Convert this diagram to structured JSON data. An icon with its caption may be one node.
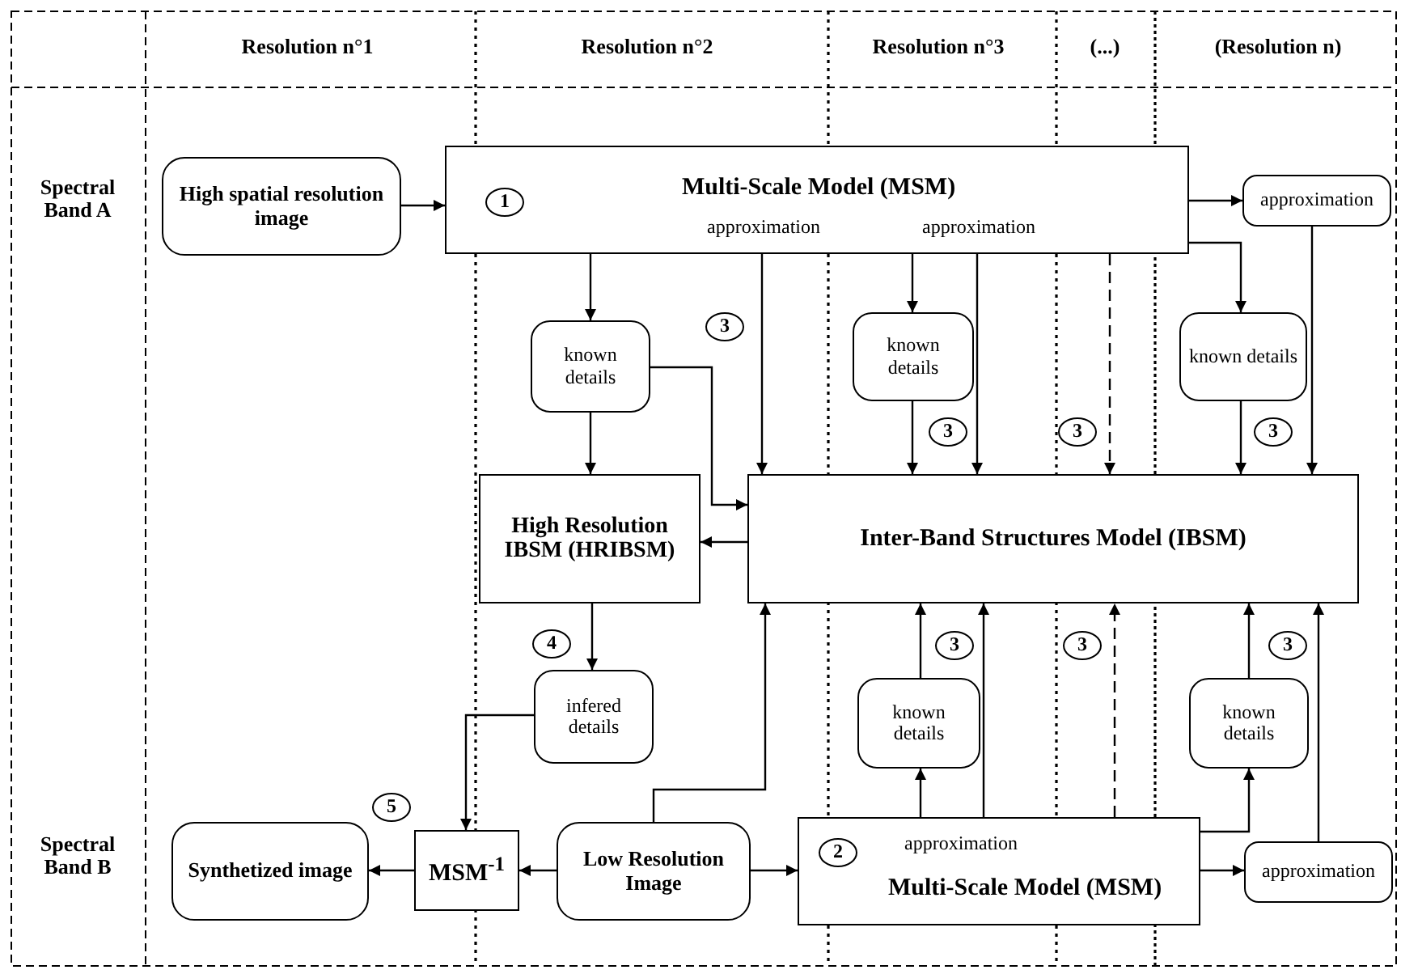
{
  "diagram": {
    "nodes": [
      {
        "text": [
          "High spatial resolution image"
        ]
      },
      {
        "text": [
          "Multi-Scale Model (MSM)",
          "approximation",
          "approximation"
        ]
      },
      {
        "text": [
          "approximation"
        ]
      },
      {
        "text": [
          "known details"
        ]
      },
      {
        "text": [
          "known details"
        ]
      },
      {
        "text": [
          "known details"
        ]
      },
      {
        "text": [
          "High Resolution IBSM (HRIBSM)"
        ]
      },
      {
        "text": [
          "Inter-Band Structures Model (IBSM)"
        ]
      },
      {
        "text": [
          "known details"
        ]
      },
      {
        "text": [
          "known details"
        ]
      },
      {
        "text": [
          "infered details"
        ]
      },
      {
        "text": [
          "Synthetized image"
        ]
      },
      {
        "text": [
          "MSM$^{-1}$"
        ]
      },
      {
        "text": [
          "Low Resolution Image"
        ]
      },
      {
        "text": [
          "approximation",
          "Multi-Scale Model (MSM)"
        ]
      },
      {
        "text": [
          "approximation"
        ]
      }
    ],
    "edges": [
      {
        "from": 0,
        "to": 1,
        "arrow": "to"
      },
      {
        "from": 1,
        "to": 2,
        "arrow": "to"
      },
      {
        "from": 1,
        "to": 3,
        "arrow": "to"
      },
      {
        "from": 3,
        "to": 6,
        "arrow": "to"
      },
      {
        "from": 3,
        "to": 7,
        "arrow": "to"
      },
      {
        "from": 1,
        "to": 7,
        "arrow": "to"
      },
      {
        "from": 1,
        "to": 4,
        "arrow": "to"
      },
      {
        "from": 1,
        "to": 7,
        "arrow": "to"
      },
      {
        "from": 4,
        "to": 7,
        "arrow": "to"
      },
      {
        "from": 1,
        "to": 7,
        "arrow": "to",
        "style": "dashed"
      },
      {
        "from": 1,
        "to": 5,
        "arrow": "to"
      },
      {
        "from": 5,
        "to": 7,
        "arrow": "to"
      },
      {
        "from": 2,
        "to": 7,
        "arrow": "to"
      },
      {
        "from": 7,
        "to": 6,
        "arrow": "to"
      },
      {
        "from": 6,
        "to": 10,
        "arrow": "to"
      },
      {
        "from": 10,
        "to": 12,
        "arrow": "to"
      },
      {
        "from": 12,
        "to": 11,
        "arrow": "to"
      },
      {
        "from": 13,
        "to": 12,
        "arrow": "to"
      },
      {
        "from": 13,
        "to": 14,
        "arrow": "to"
      },
      {
        "from": 13,
        "to": 7,
        "arrow": "to"
      },
      {
        "from": 14,
        "to": 8,
        "arrow": "to"
      },
      {
        "from": 8,
        "to": 7,
        "arrow": "to"
      },
      {
        "from": 14,
        "to": 7,
        "arrow": "to"
      },
      {
        "from": 14,
        "to": 7,
        "arrow": "to",
        "style": "dashed"
      },
      {
        "from": 14,
        "to": 9,
        "arrow": "to"
      },
      {
        "from": 9,
        "to": 7,
        "arrow": "to"
      },
      {
        "from": 15,
        "to": 7,
        "arrow": "to"
      },
      {
        "from": 14,
        "to": 15,
        "arrow": "to"
      }
    ],
    "labels": [
      "Resolution n°1",
      "Resolution n°2",
      "Resolution n°3",
      "(...)",
      "(Resolution n)",
      "Spectral Band A",
      "1",
      "3",
      "3",
      "3",
      "3",
      "4",
      "3",
      "3",
      "3",
      "5",
      "2",
      "Spectral Band B"
    ]
  }
}
